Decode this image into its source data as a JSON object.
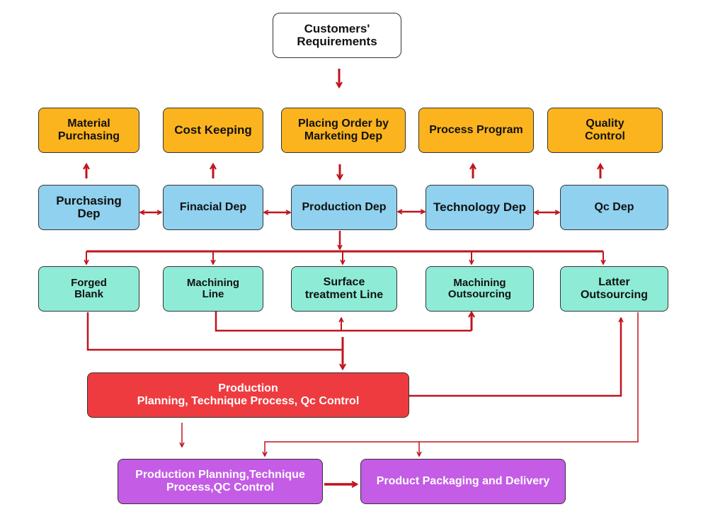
{
  "top": {
    "customers": "Customers'\nRequirements"
  },
  "outputs": {
    "material_purchasing": "Material\nPurchasing",
    "cost_keeping": "Cost Keeping",
    "placing_order": "Placing Order by\nMarketing Dep",
    "process_program": "Process Program",
    "quality_control": "Quality\nControl"
  },
  "departments": {
    "purchasing": "Purchasing\nDep",
    "financial": "Finacial Dep",
    "production": "Production Dep",
    "technology": "Technology Dep",
    "qc": "Qc Dep"
  },
  "lines": {
    "forged_blank": "Forged\nBlank",
    "machining_line": "Machining\nLine",
    "surface_treatment": "Surface\ntreatment Line",
    "machining_outsourcing": "Machining\nOutsourcing",
    "latter_outsourcing": "Latter\nOutsourcing"
  },
  "center": {
    "production_planning": "Production\nPlanning, Technique Process, Qc Control"
  },
  "bottom": {
    "planning_control": "Production Planning,Technique\nProcess,QC Control",
    "packaging_delivery": "Product Packaging and Delivery"
  },
  "colors": {
    "arrow": "#c0141c",
    "orange": "#fbb41e",
    "blue": "#8fd1ee",
    "teal": "#8eecd6",
    "red": "#ee3b3f",
    "purple": "#c45ce6"
  }
}
